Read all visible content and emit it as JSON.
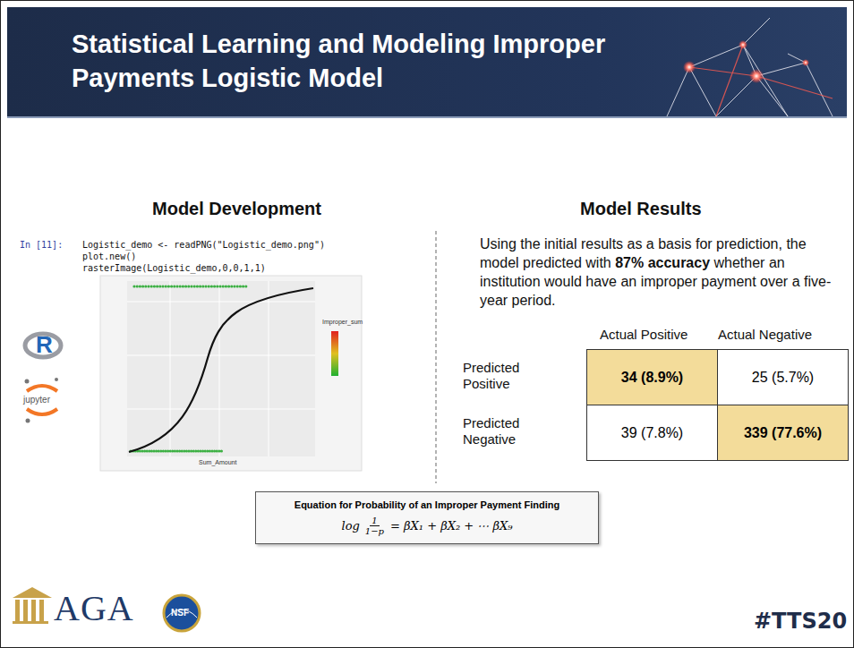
{
  "diagram": {
    "title": "Statistical Learning and Modeling Improper Payments Logistic Model",
    "nodes": [
      {
        "text": [
          "Equation for Probability of an Improper Payment Finding",
          "log",
          "1",
          "1−p",
          "= βX₁ + βX₂ + ⋯ βX₉"
        ]
      }
    ],
    "labels": [
      "Model Development",
      "Model Results",
      "In [11]:",
      "Logistic_demo <- readPNG(\"Logistic_demo.png\")",
      "plot.new()",
      "rasterImage(Logistic_demo,0,0,1,1)",
      "Sum_Amount",
      "Improper_sum",
      "R",
      "jupyter",
      "Using the initial results as a basis for prediction, the model predicted with",
      "87% accuracy",
      "whether an institution would have an improper payment over a five-year period.",
      "Actual Positive",
      "Actual Negative",
      "Predicted Positive",
      "Predicted Negative",
      "34 (8.9%)",
      "25 (5.7%)",
      "39 (7.8%)",
      "339 (77.6%)",
      "AGA",
      "NSF",
      "#TTS20"
    ]
  }
}
